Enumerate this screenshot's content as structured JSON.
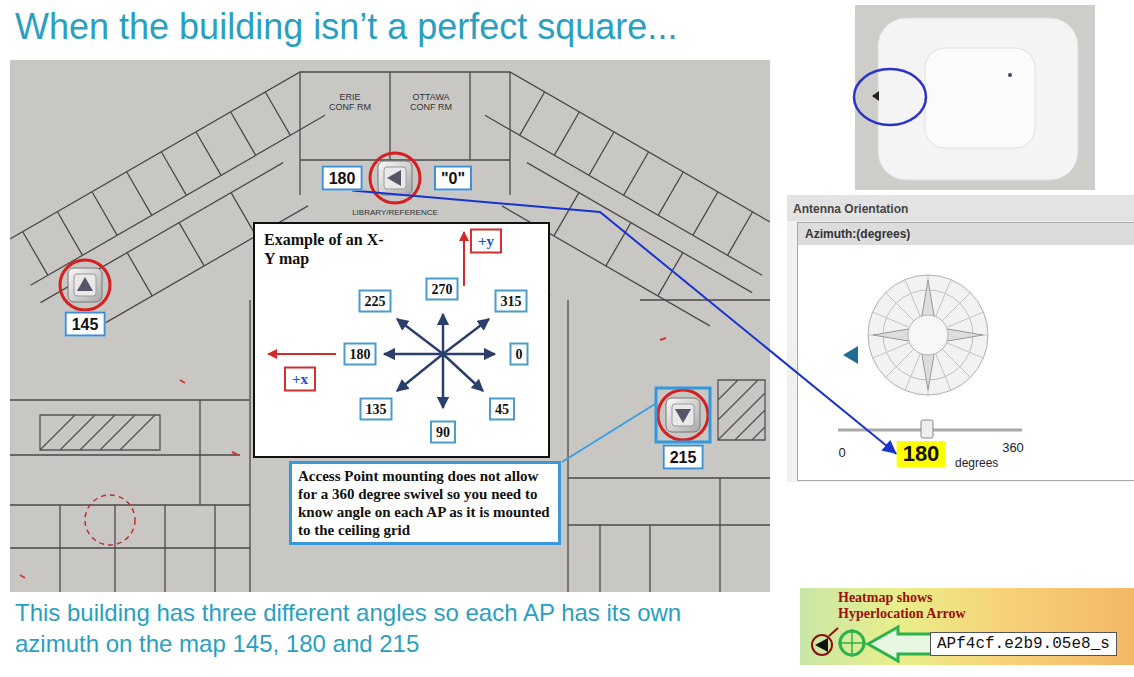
{
  "diagram": {
    "title": "When the building isn’t a perfect square...",
    "caption": "This building has three different angles so each AP has its own azimuth on the map 145, 180 and 215",
    "nodes": [
      {
        "text": [
          "180"
        ]
      },
      {
        "text": [
          "\"0\""
        ]
      },
      {
        "text": [
          "145"
        ]
      },
      {
        "text": [
          "Example of an X-Y map"
        ]
      },
      {
        "text": [
          "+y"
        ],
        "in": 3
      },
      {
        "text": [
          "270"
        ],
        "in": 3
      },
      {
        "text": [
          "225"
        ],
        "in": 3
      },
      {
        "text": [
          "315"
        ],
        "in": 3
      },
      {
        "text": [
          "180"
        ],
        "in": 3
      },
      {
        "text": [
          "0"
        ],
        "in": 3
      },
      {
        "text": [
          "+x"
        ],
        "in": 3
      },
      {
        "text": [
          "135"
        ],
        "in": 3
      },
      {
        "text": [
          "45"
        ],
        "in": 3
      },
      {
        "text": [
          "90"
        ],
        "in": 3
      },
      {
        "text": [
          "Access Point mounting does not allow for a 360 degree swivel so you need to know angle on each AP as it is mounted to the ceiling grid"
        ]
      },
      {
        "text": [
          "215"
        ]
      },
      {
        "text": [
          "Antenna Orientation"
        ]
      },
      {
        "text": [
          "Azimuth:(degrees)"
        ],
        "in": 16
      },
      {
        "text": [
          "180"
        ],
        "in": 17
      },
      {
        "text": [
          "APf4cf.e2b9.05e8_s"
        ]
      }
    ],
    "edges": [
      {
        "from": 0,
        "to": 18,
        "arrow": "to"
      }
    ],
    "labels": [
      "ERIE CONF RM",
      "OTTAWA CONF RM",
      "LIBRARY/REFERENCE",
      "0",
      "degrees",
      "360",
      "Heatmap shows Hyperlocation Arrow"
    ]
  }
}
